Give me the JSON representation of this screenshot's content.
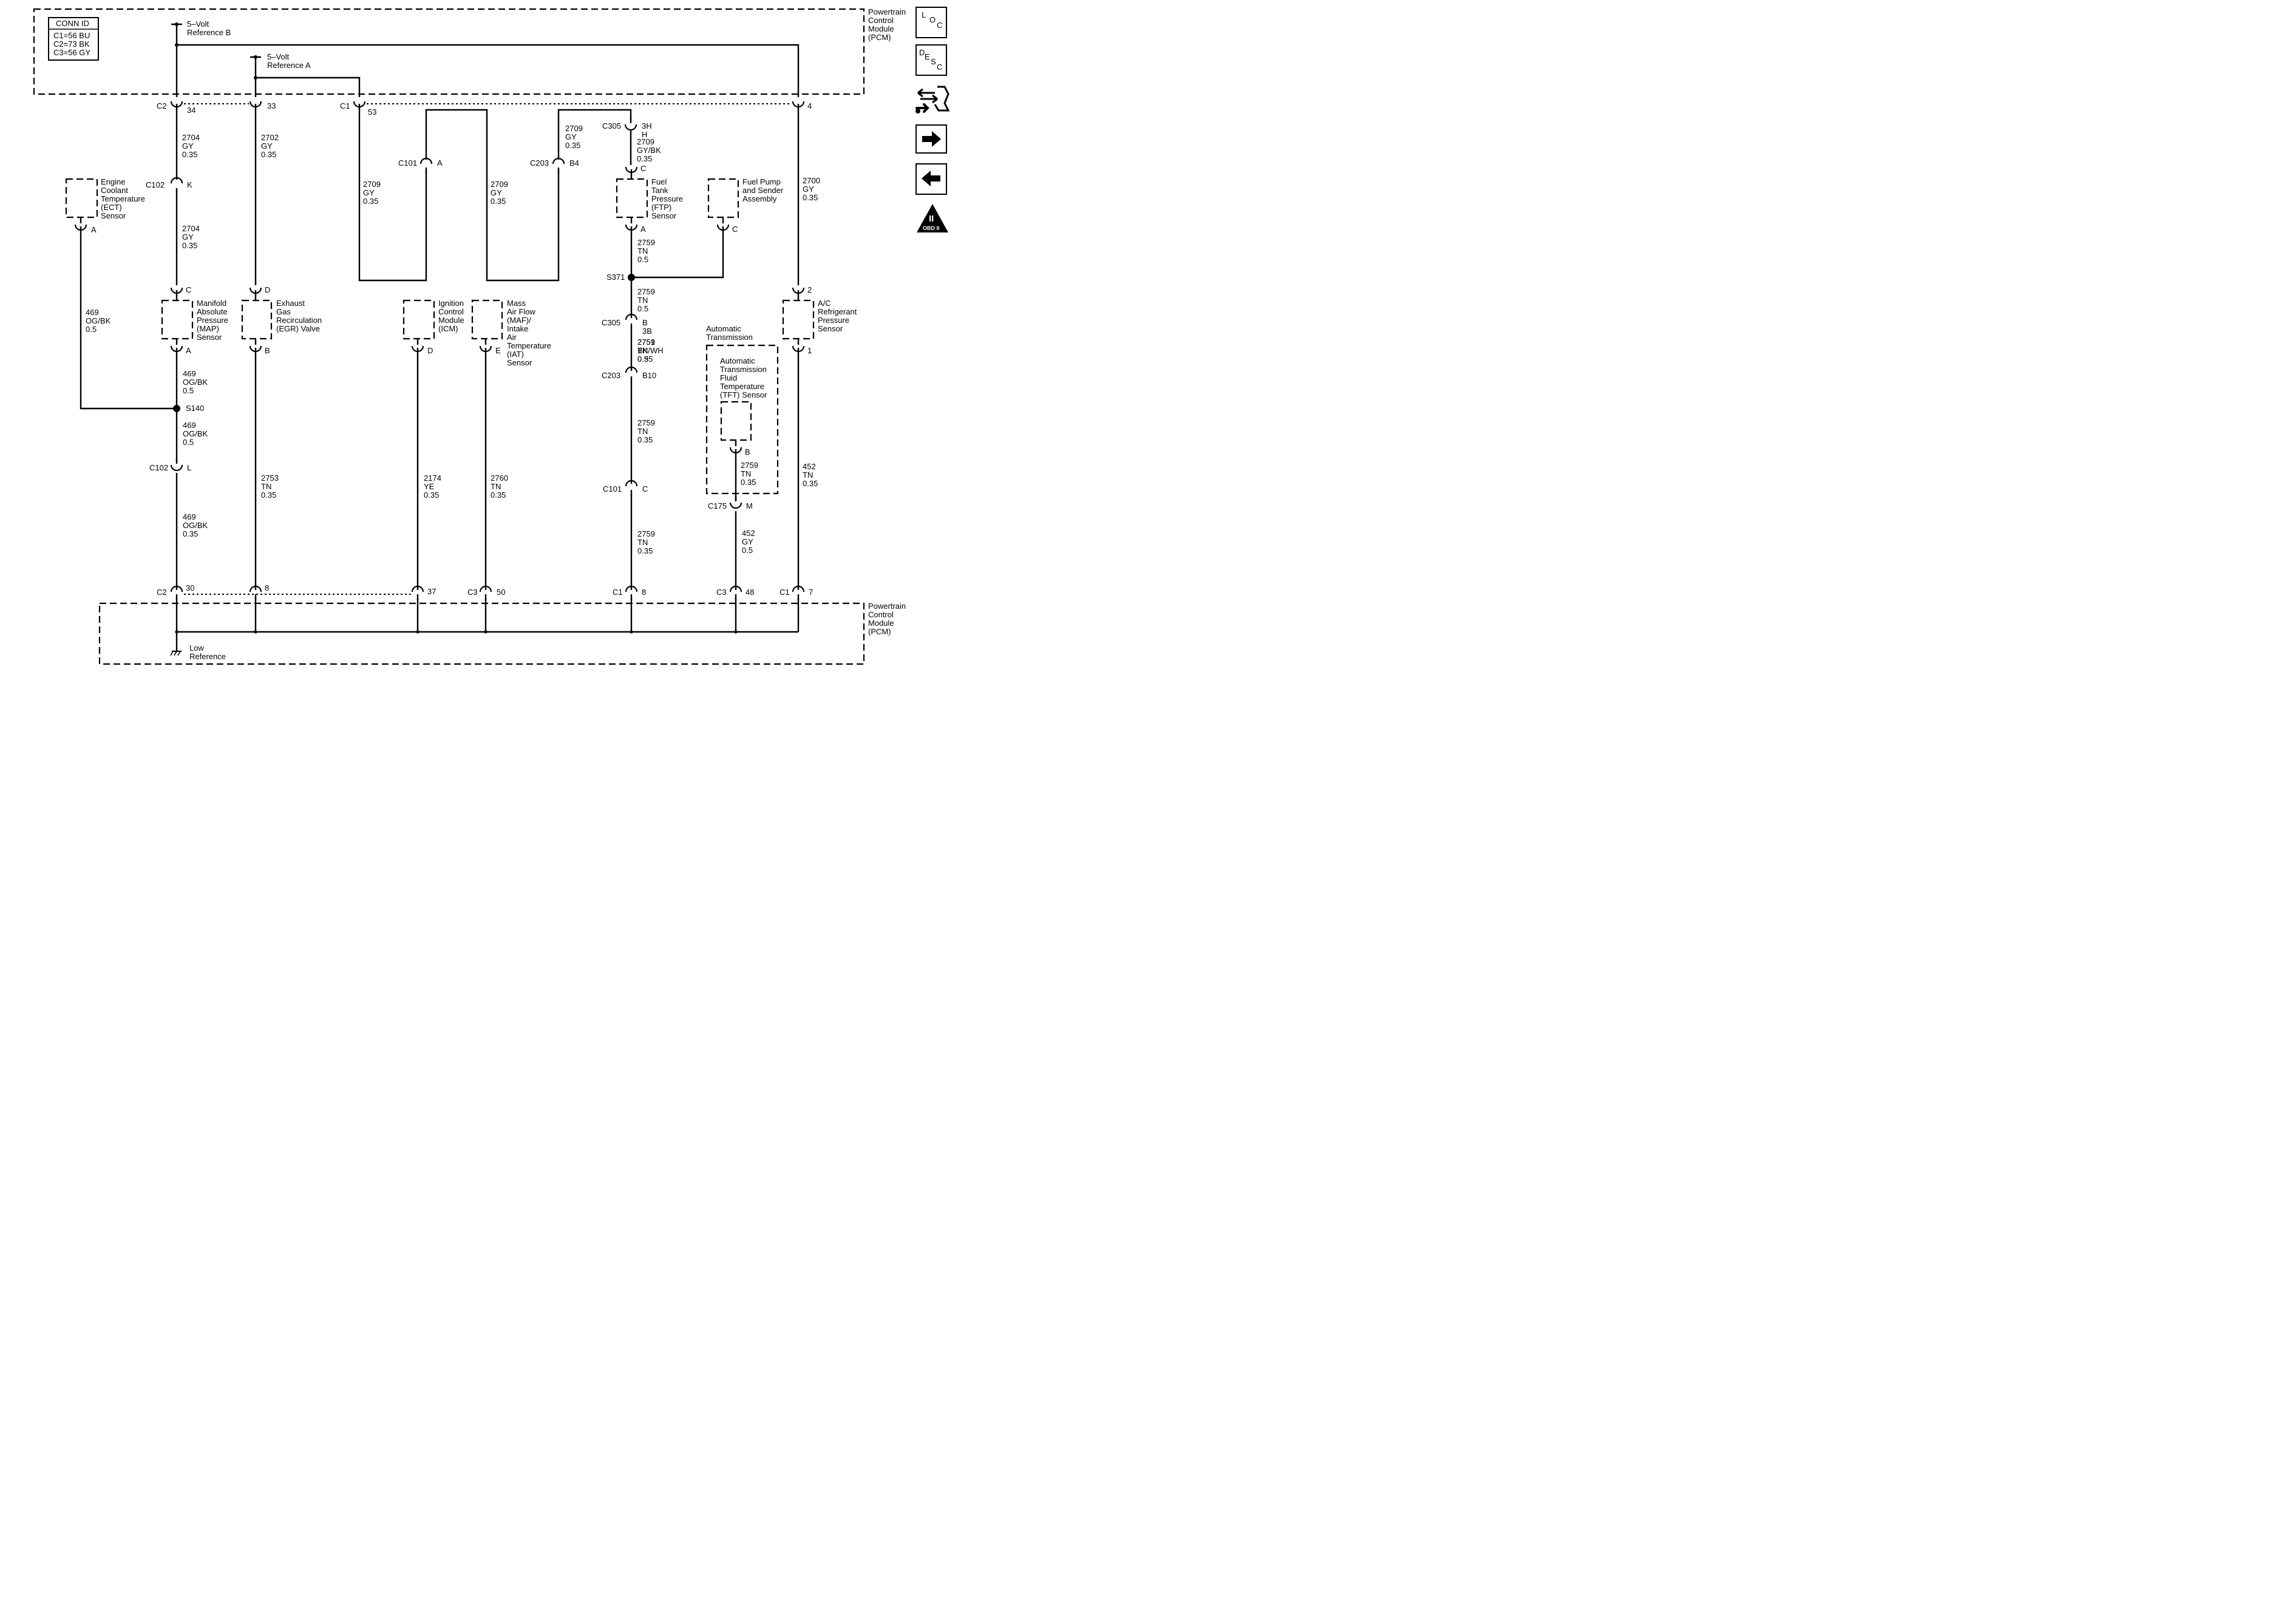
{
  "conn_id": {
    "title": "CONN ID",
    "lines": [
      "C1=56 BU",
      "C2=73 BK",
      "C3=56 GY"
    ]
  },
  "pcm": {
    "top_label": [
      "Powertrain",
      "Control",
      "Module",
      "(PCM)"
    ],
    "bottom_label": [
      "Powertrain",
      "Control",
      "Module",
      "(PCM)"
    ]
  },
  "refs": {
    "ref_b": [
      "5–Volt",
      "Reference B"
    ],
    "ref_a": [
      "5–Volt",
      "Reference A"
    ],
    "low": [
      "Low",
      "Reference"
    ]
  },
  "connectors": {
    "top": [
      {
        "conn": "C2",
        "pin": "34"
      },
      {
        "conn": "",
        "pin": "33"
      },
      {
        "conn": "C1",
        "pin": "53"
      },
      {
        "conn": "",
        "pin": "4"
      }
    ],
    "bottom": [
      {
        "conn": "C2",
        "pin": "30"
      },
      {
        "conn": "",
        "pin": "8"
      },
      {
        "conn": "",
        "pin": "37"
      },
      {
        "conn": "C3",
        "pin": "50"
      },
      {
        "conn": "C1",
        "pin": "8"
      },
      {
        "conn": "C3",
        "pin": "48"
      },
      {
        "conn": "C1",
        "pin": "7"
      }
    ],
    "inline": [
      {
        "conn": "C102",
        "pin": "K"
      },
      {
        "conn": "C102",
        "pin": "L"
      },
      {
        "conn": "C101",
        "pin": "A"
      },
      {
        "conn": "C203",
        "pin": "B4"
      },
      {
        "conn": "C305",
        "pin": "3H"
      },
      {
        "conn": "C305",
        "pin": "B"
      },
      {
        "conn": "C203",
        "pin": "B10"
      },
      {
        "conn": "C101",
        "pin": "C"
      },
      {
        "conn": "C175",
        "pin": "M"
      }
    ],
    "inline_extra": {
      "c305_h": "H",
      "c305_3b": "3B"
    }
  },
  "splices": [
    "S140",
    "S371"
  ],
  "wires": [
    {
      "circuit": "2704",
      "color": "GY",
      "gauge": "0.35"
    },
    {
      "circuit": "2704",
      "color": "GY",
      "gauge": "0.35"
    },
    {
      "circuit": "2702",
      "color": "GY",
      "gauge": "0.35"
    },
    {
      "circuit": "2709",
      "color": "GY",
      "gauge": "0.35"
    },
    {
      "circuit": "2709",
      "color": "GY",
      "gauge": "0.35"
    },
    {
      "circuit": "2709",
      "color": "GY",
      "gauge": "0.35"
    },
    {
      "circuit": "2709",
      "color": "GY/BK",
      "gauge": "0.35"
    },
    {
      "circuit": "2700",
      "color": "GY",
      "gauge": "0.35"
    },
    {
      "circuit": "469",
      "color": "OG/BK",
      "gauge": "0.5"
    },
    {
      "circuit": "469",
      "color": "OG/BK",
      "gauge": "0.5"
    },
    {
      "circuit": "469",
      "color": "OG/BK",
      "gauge": "0.5"
    },
    {
      "circuit": "469",
      "color": "OG/BK",
      "gauge": "0.35"
    },
    {
      "circuit": "2753",
      "color": "TN",
      "gauge": "0.35"
    },
    {
      "circuit": "2174",
      "color": "YE",
      "gauge": "0.35"
    },
    {
      "circuit": "2760",
      "color": "TN",
      "gauge": "0.35"
    },
    {
      "circuit": "2759",
      "color": "TN",
      "gauge": "0.5"
    },
    {
      "circuit": "2759",
      "color": "TN",
      "gauge": "0.5"
    },
    {
      "circuit": "2759",
      "color": "TN",
      "gauge": "0.5"
    },
    {
      "circuit": "2759",
      "color": "TN",
      "gauge": "0.35"
    },
    {
      "circuit": "2759",
      "color": "TN",
      "gauge": "0.35"
    },
    {
      "circuit": "2759",
      "color": "TN",
      "gauge": "0.35"
    },
    {
      "circuit": "452",
      "color": "GY",
      "gauge": "0.5"
    },
    {
      "circuit": "452",
      "color": "TN",
      "gauge": "0.35"
    },
    {
      "circuit": "2751",
      "color": "BK/WH",
      "gauge": "0.35"
    }
  ],
  "components": {
    "ect": {
      "label": [
        "Engine",
        "Coolant",
        "Temperature",
        "(ECT)",
        "Sensor"
      ],
      "pin": "A"
    },
    "map": {
      "label": [
        "Manifold",
        "Absolute",
        "Pressure",
        "(MAP)",
        "Sensor"
      ],
      "pin_top": "C",
      "pin_bottom": "A"
    },
    "egr": {
      "label": [
        "Exhaust",
        "Gas",
        "Recirculation",
        "(EGR) Valve"
      ],
      "pin_top": "D",
      "pin_bottom": "B"
    },
    "icm": {
      "label": [
        "Ignition",
        "Control",
        "Module",
        "(ICM)"
      ],
      "pin": "D"
    },
    "maf": {
      "label": [
        "Mass",
        "Air Flow",
        "(MAF)/",
        "Intake",
        "Air",
        "Temperature",
        "(IAT)",
        "Sensor"
      ],
      "pin": "E"
    },
    "ftp": {
      "label": [
        "Fuel",
        "Tank",
        "Pressure",
        "(FTP)",
        "Sensor"
      ],
      "pin_top": "C",
      "pin_bottom": "A"
    },
    "fuel_pump": {
      "label": [
        "Fuel Pump",
        "and Sender",
        "Assembly"
      ],
      "pin": "C"
    },
    "ac": {
      "label": [
        "A/C",
        "Refrigerant",
        "Pressure",
        "Sensor"
      ],
      "pin_top": "2",
      "pin_bottom": "1"
    },
    "trans": {
      "label": [
        "Automatic",
        "Transmission"
      ]
    },
    "tft": {
      "label": [
        "Automatic",
        "Transmission",
        "Fluid",
        "Temperature",
        "(TFT) Sensor"
      ],
      "pin": "B"
    }
  },
  "side_buttons": {
    "loc": [
      "L",
      "O",
      "C"
    ],
    "desc": [
      "D",
      "E",
      "S",
      "C"
    ],
    "obd": [
      "II",
      "OBD II"
    ]
  },
  "icons": [
    "loc-icon",
    "desc-icon",
    "harness-wrench-icon",
    "arrow-right-icon",
    "arrow-left-icon",
    "obd-ii-icon"
  ]
}
